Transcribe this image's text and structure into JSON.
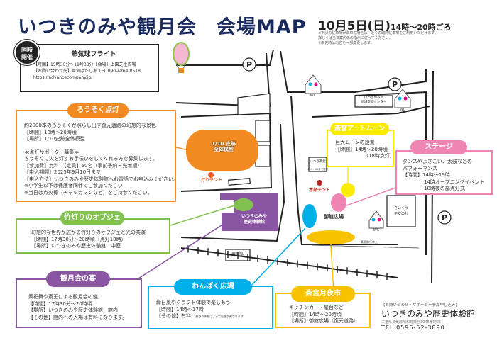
{
  "header": {
    "title": "いつきのみや観月会　会場MAP",
    "date": "10月5日(日)",
    "time": "14時～20時ごろ",
    "notes": [
      "※下記の駐車場が満車の場合は、近くの臨時駐車場をご利用いただけます。",
      "詳しくは当日案内係の指示に従ってください。",
      "※雨天時は内容を一部変更します。"
    ]
  },
  "balloon": {
    "badge": "同時開催",
    "title": "熱気球フライト",
    "lines": [
      "【時間】15時30分～19時30分【会場】上園芝生広場",
      "【お問い合わせ先】斎宮ばたしあ TEL 090-4864-0518",
      "https://advancecompany.jp/"
    ]
  },
  "candle": {
    "title": "ろうそく点灯",
    "lines": [
      "約2000本のろうそくが照らし出す復元遺跡の幻想的な景色",
      "【時間】18時～20時頃",
      "【場所】1/10史跡全体模型",
      "",
      "≪点灯サポーター募集≫",
      "ろうそくに火を灯すお手伝いをしてくれる方を募集します。",
      "【参加費】無料　【定員】50名（事前予約・先着順）",
      "【申込期間】2025年9月10日まで",
      "【申込方法】いつきのみや歴史体験館へお電話でお申込みください。",
      "※小学生以下は保護者同伴でご参加ください",
      "※当日は点火棒（チャッカマンなど）をご持参ください。"
    ]
  },
  "bamboo": {
    "title": "竹灯りのオブジェ",
    "lines": [
      "幻想的な世界が広がる竹灯りのオブジェと光の共演",
      "【時間】17時30分～20時頃（点灯18時）",
      "【場所】いつきのみや歴史体験館　中庭"
    ]
  },
  "banquet": {
    "title": "観月会の宴",
    "lines": [
      "祭祀舞や斎王による観月会の儀",
      "【時間】17時30分～20時頃",
      "【場所】いつきのみや歴史体験館　館内",
      "【その他】館内への入場は有料になります。"
    ]
  },
  "wanpaku": {
    "title": "わんぱく広場",
    "lines": [
      "縁日風やクラフト体験で楽しもう",
      "【時間】14時～17時",
      "【その他】有料"
    ],
    "note": "（遊びや体験によって金額が異なります）"
  },
  "market": {
    "title": "斎宮月夜市",
    "lines": [
      "キッチンカー・屋台など",
      "【時間】14時～20時頃",
      "【場所】御館広場（復元道路）"
    ]
  },
  "artmoon": {
    "title": "斎宮アートムーン",
    "lines": [
      "巨大ムーンの設置",
      "【時間】14時～20時頃",
      "（18時点灯）"
    ]
  },
  "stage": {
    "title": "ステージ",
    "lines": [
      "ダンスやよさこい、太鼓などの",
      "パフォーマンス",
      "【時間】14時～19時",
      "14時オープニングイベント",
      "18時夜の部点灯式"
    ]
  },
  "contact": {
    "label": "【お問い合わせ・サポーター参加申し込み】",
    "name": "いつきのみや歴史体験館",
    "address": "三重県多気郡明和町斎宮3046番地25",
    "tel": "TEL:0596-52-3890"
  },
  "map": {
    "model": "1/10 史跡\n全体模型",
    "akari_tent": "灯りテント",
    "museum": "いつきのみや\n歴史体験館",
    "station": "斎宮駅",
    "honbu": "本部テント",
    "chaya": "いつき茶屋",
    "chaya_sub": "※20：00まで営業",
    "plaza": "御館広場",
    "center": "いつきのみや\n地域交流センター",
    "forest": "さいくう\n平安の杜",
    "road": "斎宮跡行幸上",
    "wc": "WC",
    "parking": "P"
  },
  "colors": {
    "navy": "#1a2a5c",
    "orange": "#f28a22",
    "green": "#82c150",
    "purple": "#8a55a2",
    "blue": "#00aee8",
    "gold": "#f8c200",
    "yellow": "#f8ec00",
    "pink": "#ef85b3"
  }
}
